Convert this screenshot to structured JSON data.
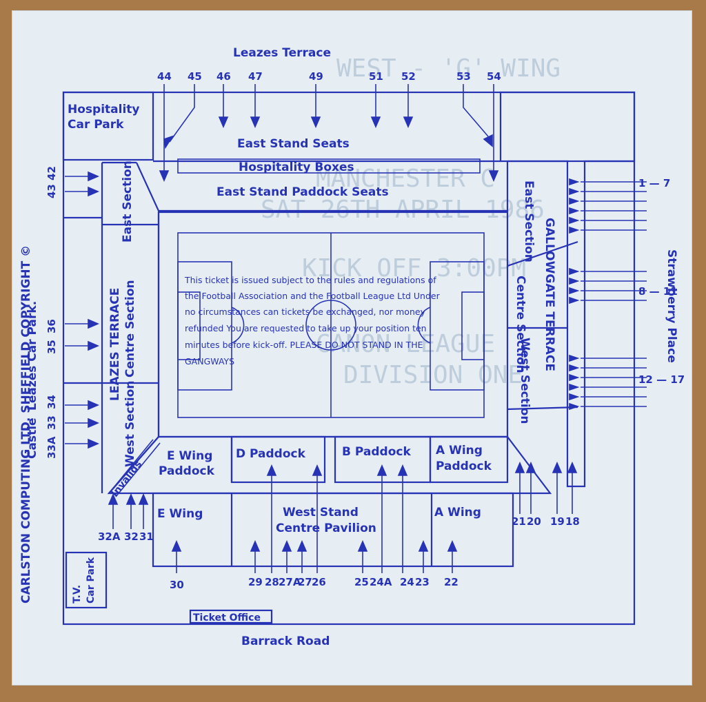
{
  "ticket": {
    "notice_lines": [
      "This ticket is issued subject to the rules and regulations of",
      "the Football Association and the Football League Ltd  Under",
      "no circumstances can tickets be exchanged, nor money",
      "refunded  You are requested to take up your position ten",
      "minutes before kick-off. PLEASE DO NOT STAND IN THE",
      "GANGWAYS"
    ],
    "printer_side_text": "CARLSTON COMPUTING LTD. SHEFFIELD   COPYRIGHT ©",
    "faded_print": [
      "WEST - 'G' WING",
      "MANCHESTER C",
      "SAT 26TH APRIL 1986",
      "KICK OFF 3:00PM",
      "CANON LEAGUE",
      "DIVISION ONE"
    ]
  },
  "map": {
    "streets": {
      "north": "Leazes Terrace",
      "south": "Barrack Road",
      "east": "Strawberry Place",
      "west_1": "Castle",
      "west_2": "Leazes Car Park."
    },
    "areas": {
      "hospitality_car_park_1": "Hospitality",
      "hospitality_car_park_2": "Car Park",
      "east_stand_seats": "East Stand Seats",
      "hospitality_boxes": "Hospitality Boxes",
      "east_stand_paddock": "East Stand Paddock Seats",
      "leazes_east_section": "East Section",
      "leazes_terrace": "LEAZES TERRACE",
      "leazes_centre_section": "Centre Section",
      "leazes_west_section": "West Section",
      "gallowgate_east_section": "East Section",
      "gallowgate_terrace": "GALLOWGATE TERRACE",
      "gallowgate_centre_section": "Centre Section",
      "gallowgate_west_section": "West Section",
      "e_wing_paddock_1": "E Wing",
      "e_wing_paddock_2": "Paddock",
      "d_paddock": "D Paddock",
      "b_paddock": "B  Paddock",
      "a_wing_paddock_1": "A Wing",
      "a_wing_paddock_2": "Paddock",
      "e_wing": "E  Wing",
      "west_stand_1": "West Stand",
      "west_stand_2": "Centre Pavilion",
      "a_wing": "A Wing",
      "invalids": "Invalids",
      "tv_car_park_1": "T.V.",
      "tv_car_park_2": "Car Park",
      "ticket_office": "Ticket Office"
    },
    "north_gates": [
      "44",
      "45",
      "46",
      "47",
      "49",
      "51",
      "52",
      "53",
      "54"
    ],
    "west_gates": [
      "43 42",
      "36",
      "35",
      "34",
      "33",
      "33A"
    ],
    "east_gates": [
      "1 — 7",
      "8 — 11",
      "12 — 17"
    ],
    "south_gates_upper": [
      "21",
      "20",
      "19",
      "18"
    ],
    "south_gates_lower": [
      "32A",
      "32",
      "31",
      "30",
      "29",
      "28",
      "27A",
      "27",
      "26",
      "25",
      "24A",
      "24",
      "23",
      "22"
    ]
  },
  "colors": {
    "ink": "#2733b5",
    "paper": "#e6edf3",
    "background": "#a87a4a"
  }
}
